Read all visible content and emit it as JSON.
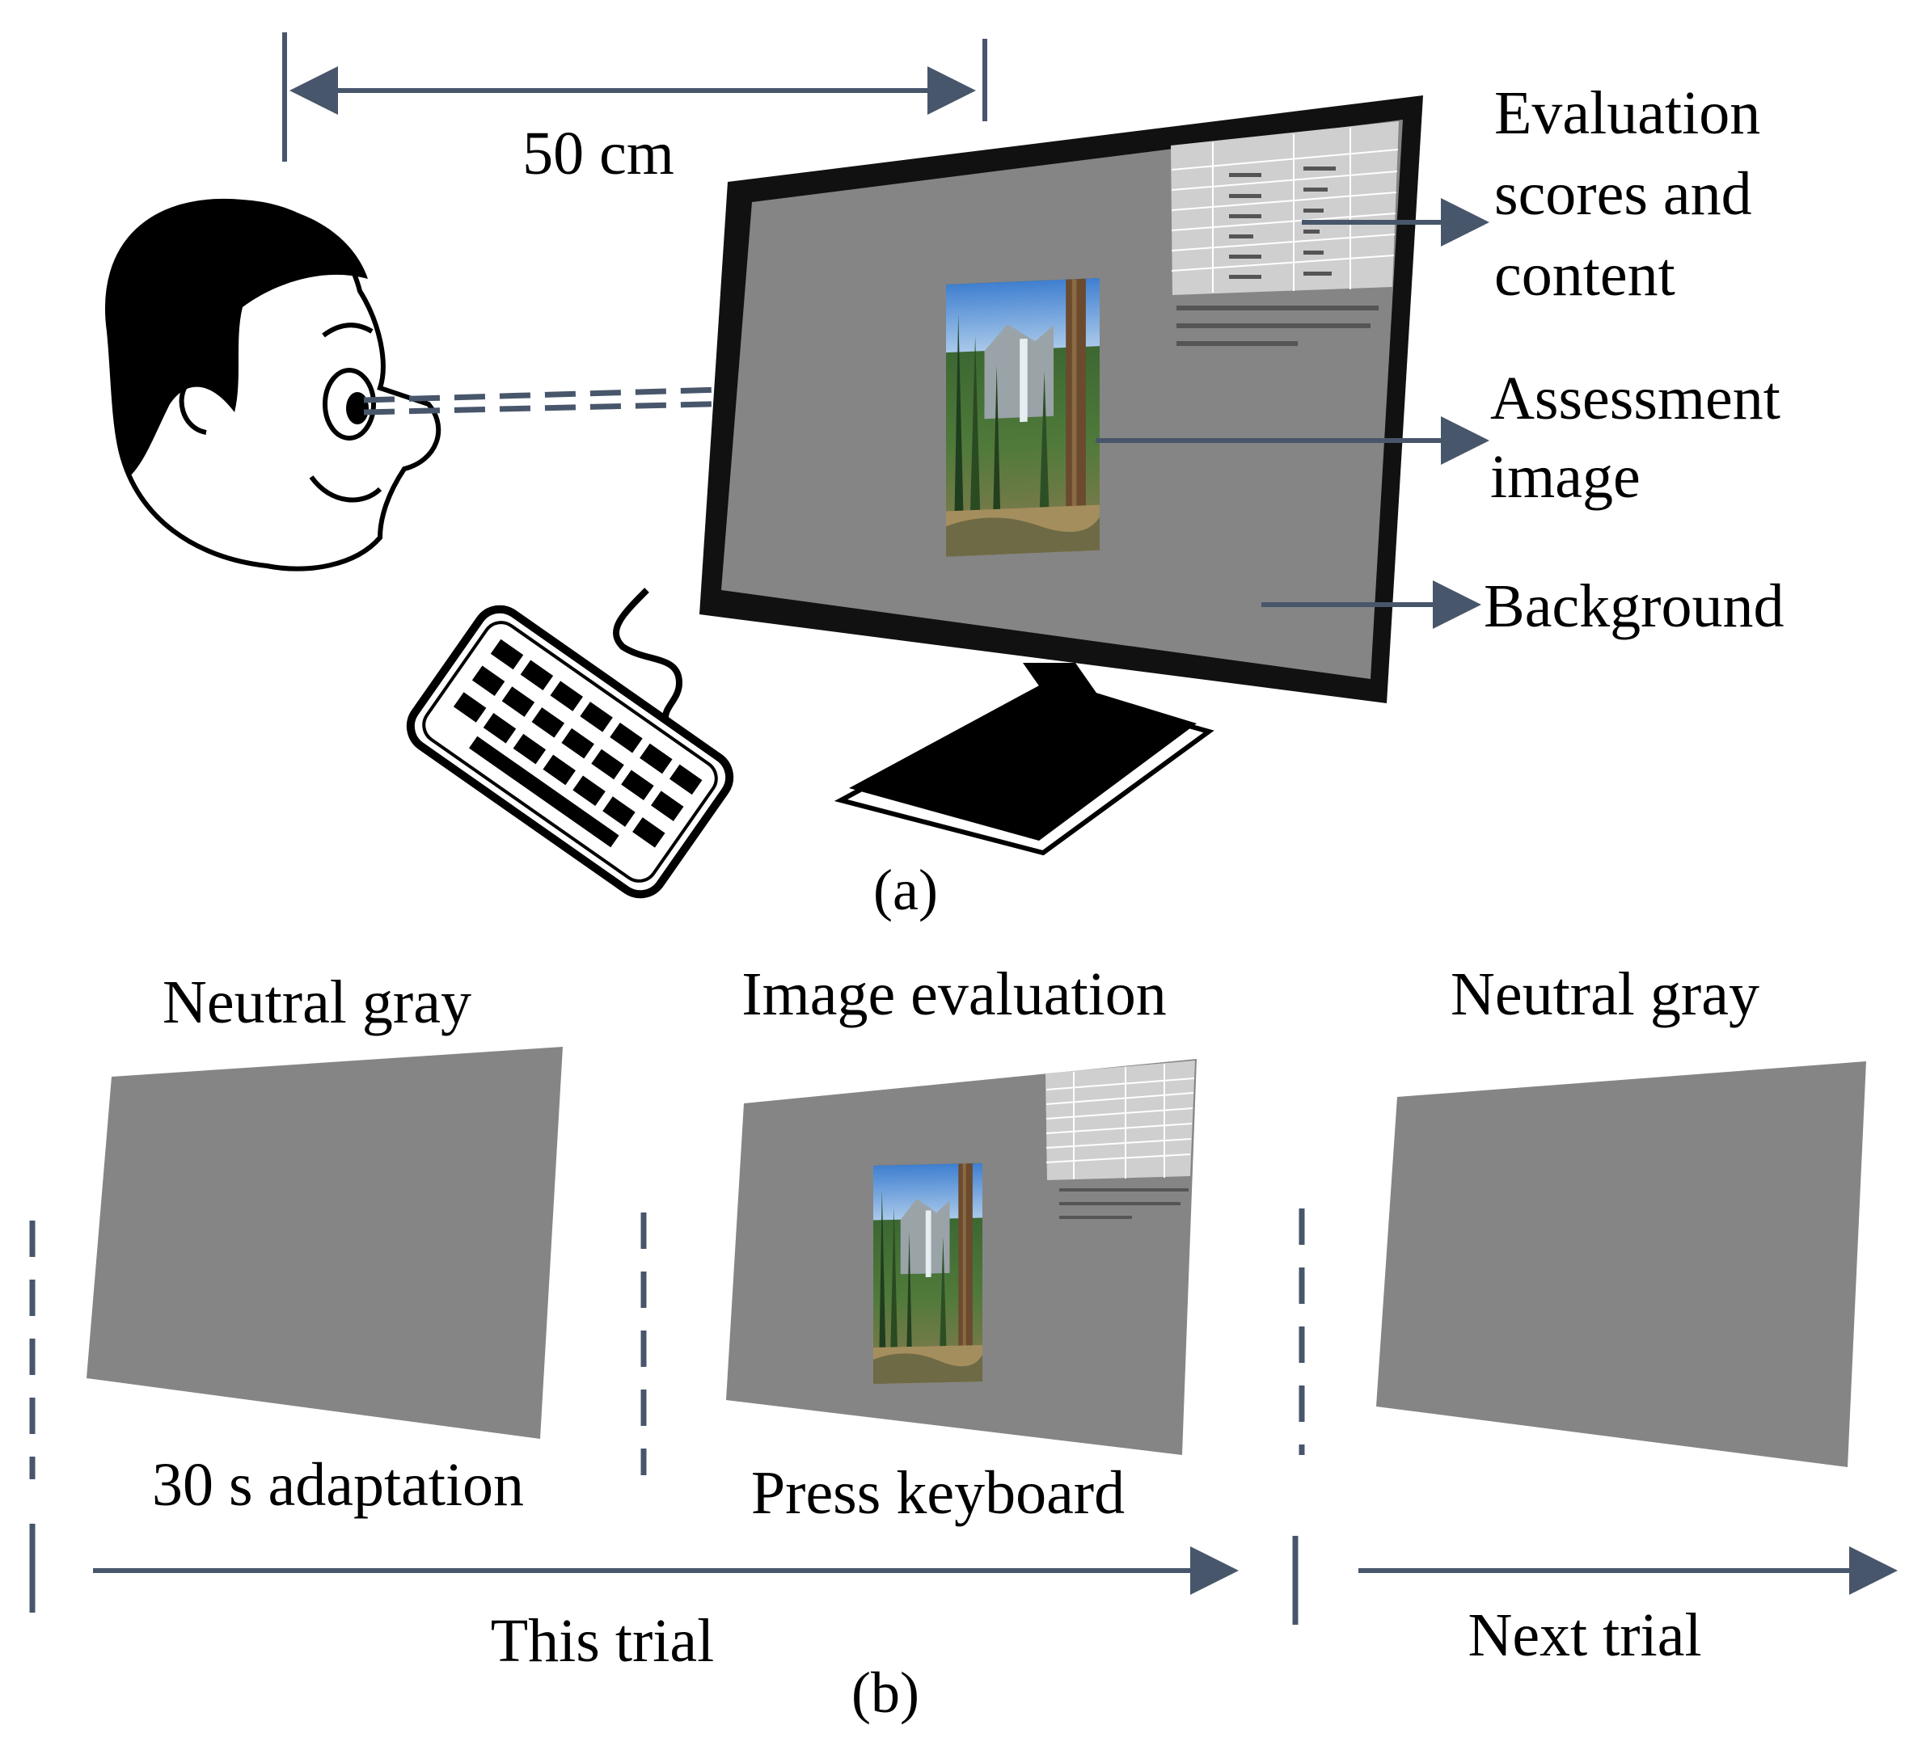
{
  "panel_a": {
    "distance_label": "50 cm",
    "callouts": {
      "scores_line1": "Evaluation",
      "scores_line2": "scores and",
      "scores_line3": "content",
      "image_line1": "Assessment",
      "image_line2": "image",
      "background": "Background"
    },
    "caption": "(a)"
  },
  "panel_b": {
    "stages": {
      "first_title": "Neutral gray",
      "first_note": "30 s adaptation",
      "second_title": "Image evaluation",
      "second_note": "Press keyboard",
      "third_title": "Neutral gray"
    },
    "timeline": {
      "this_trial": "This trial",
      "next_trial": "Next trial"
    },
    "caption": "(b)"
  },
  "colors": {
    "arrow": "#48566b",
    "screen_gray": "#858585",
    "bezel": "#111111",
    "table": "#cfcfcf"
  },
  "icons": [
    "head-icon",
    "keyboard-icon",
    "monitor-icon",
    "forest-image-icon"
  ]
}
